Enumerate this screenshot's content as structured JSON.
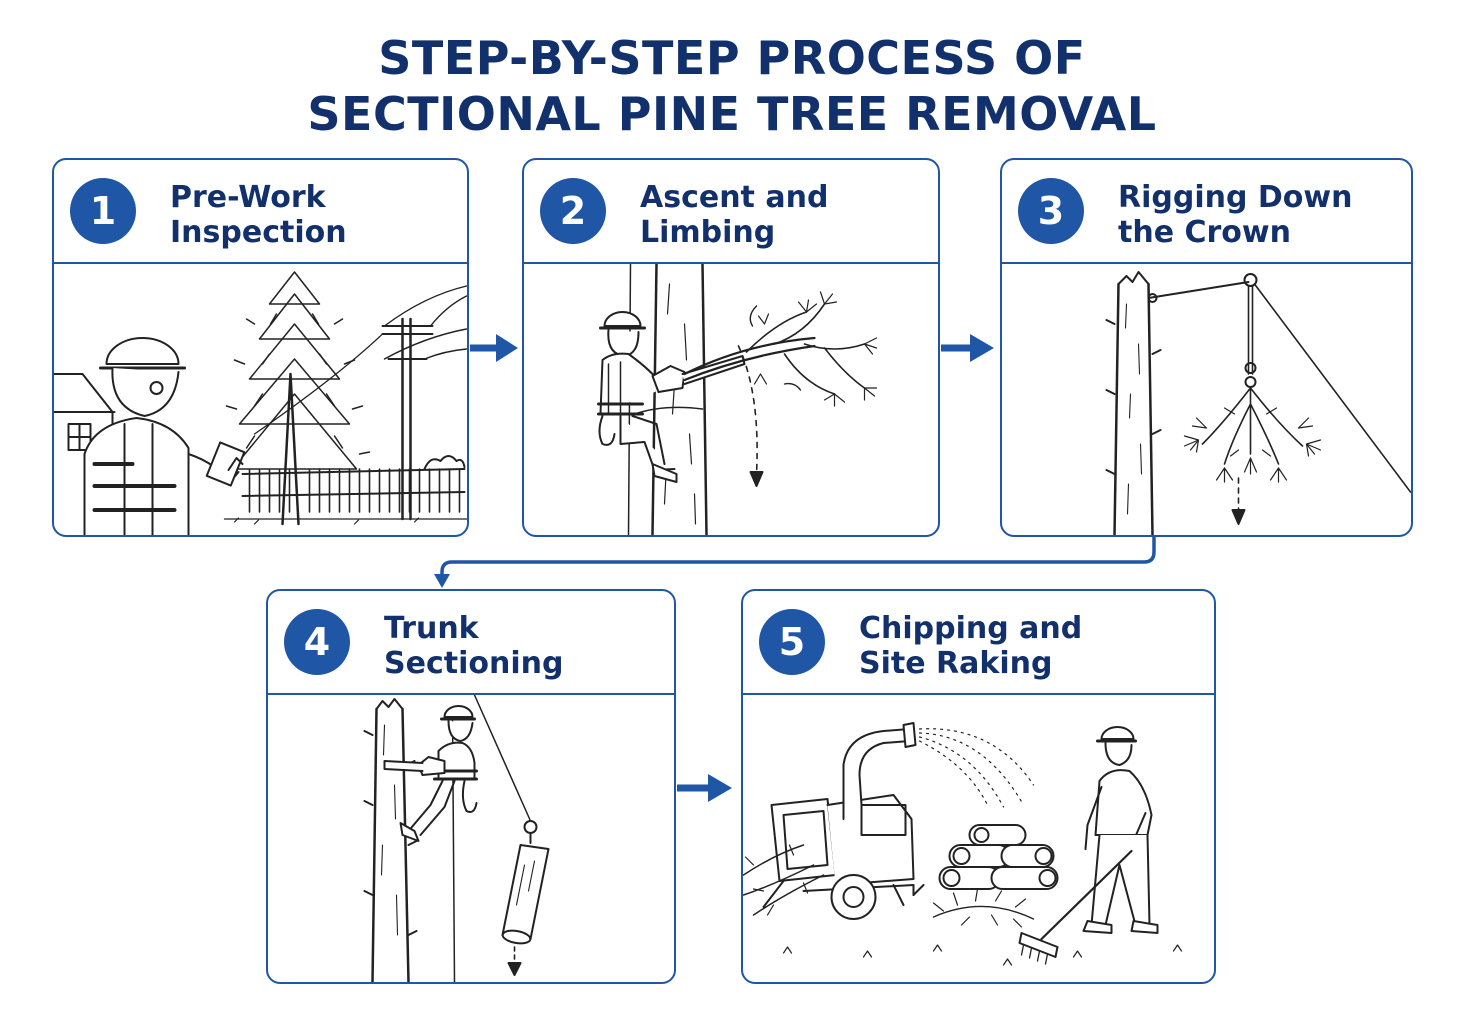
{
  "title": {
    "line1": "STEP-BY-STEP PROCESS OF",
    "line2": "SECTIONAL PINE TREE REMOVAL"
  },
  "colors": {
    "primary": "#1f56a6",
    "title": "#12306b",
    "line_art": "#222222"
  },
  "steps": [
    {
      "number": "1",
      "line1": "Pre-Work",
      "line2": "Inspection"
    },
    {
      "number": "2",
      "line1": "Ascent and",
      "line2": "Limbing"
    },
    {
      "number": "3",
      "line1": "Rigging Down",
      "line2": "the Crown"
    },
    {
      "number": "4",
      "line1": "Trunk",
      "line2": "Sectioning"
    },
    {
      "number": "5",
      "line1": "Chipping and",
      "line2": "Site Raking"
    }
  ],
  "connectors": [
    "arrow-right-icon",
    "arrow-right-icon",
    "arrow-elbow-down-left-icon",
    "arrow-right-icon"
  ]
}
